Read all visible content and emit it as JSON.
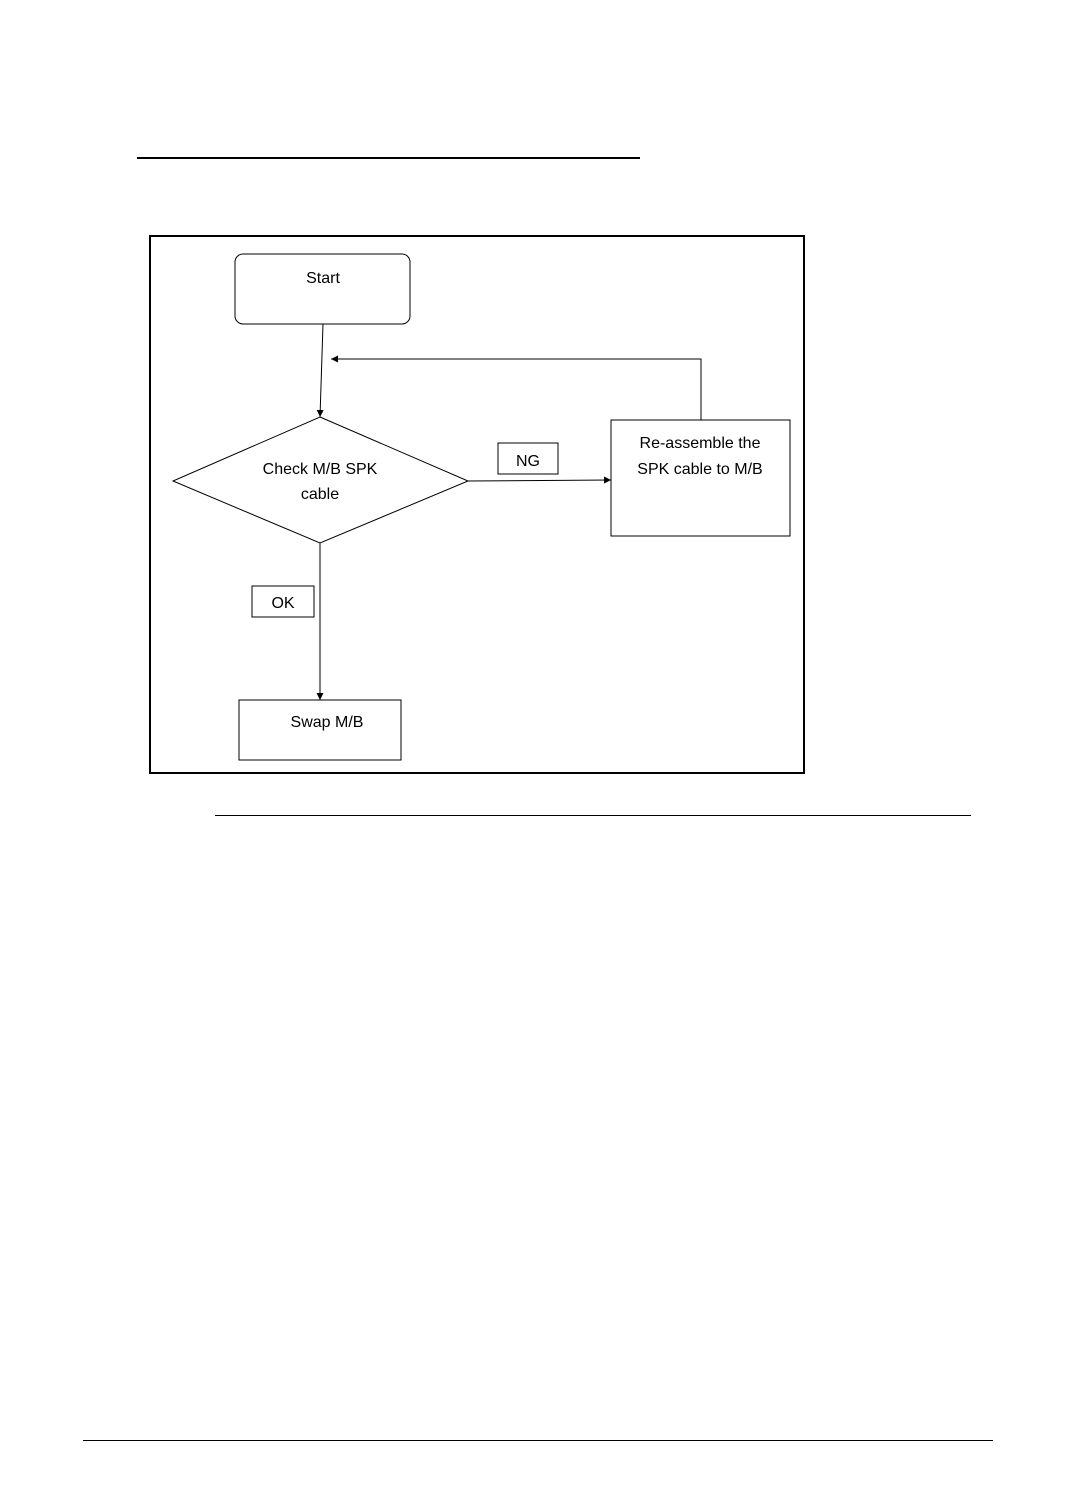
{
  "diagram": {
    "nodes": {
      "start": "Start",
      "check_line1": "Check M/B SPK",
      "check_line2": "cable",
      "reassemble_line1": "Re-assemble the",
      "reassemble_line2": "SPK cable to M/B",
      "swap": "Swap M/B"
    },
    "edges": {
      "ng": "NG",
      "ok": "OK"
    }
  }
}
